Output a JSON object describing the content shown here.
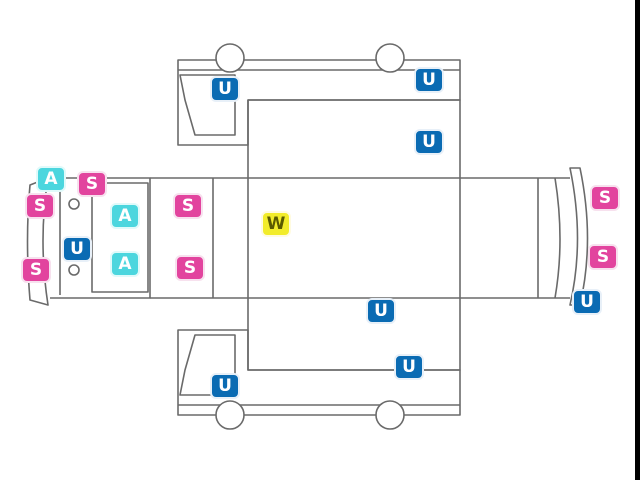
{
  "diagram": {
    "labels": {
      "u": "U",
      "s": "S",
      "a": "A",
      "w": "W"
    },
    "colors": {
      "u_badge": "#0a6bb3",
      "s_badge": "#e2449e",
      "a_badge": "#4cd6de",
      "w_badge": "#f2ec2a",
      "outline": "#6a6a6a"
    }
  }
}
